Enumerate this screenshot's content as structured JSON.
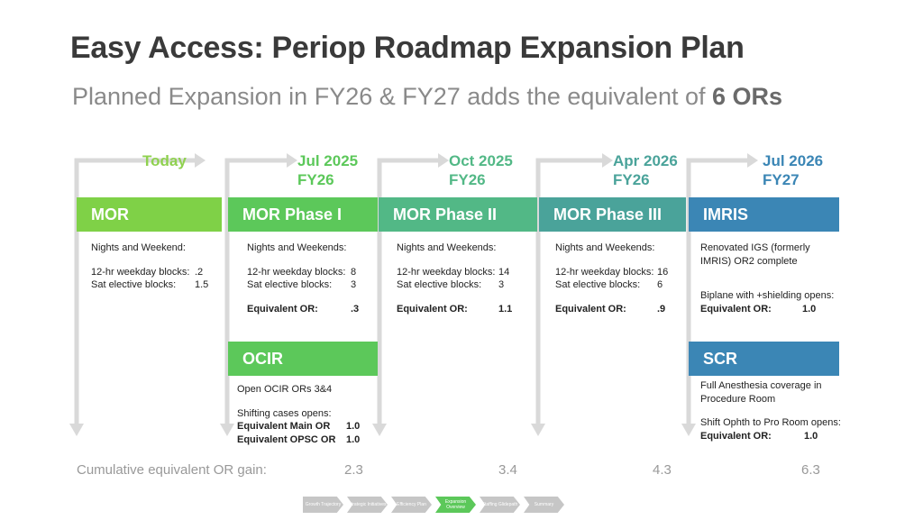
{
  "title": "Easy Access: Periop Roadmap Expansion Plan",
  "subtitle_prefix": "Planned Expansion in FY26 & FY27 adds the equivalent of ",
  "subtitle_emph": "6 ORs",
  "colors": {
    "green1": "#8fd14f",
    "green2": "#5cc85a",
    "teal1": "#52b886",
    "teal2": "#4aa39a",
    "blue": "#3b86b5",
    "arrow": "#d9d9d9"
  },
  "columns": [
    {
      "date1": "Today",
      "date2": "",
      "header": "MOR",
      "color": "#7fd147",
      "dateColor": "#8fd14f",
      "rows": [
        {
          "k": "Nights and Weekend:",
          "v": ""
        },
        {
          "gap": true
        },
        {
          "k": "12-hr weekday blocks:",
          "v": ".2"
        },
        {
          "k": "Sat elective blocks:",
          "v": "1.5"
        }
      ]
    },
    {
      "date1": "Jul 2025",
      "date2": "FY26",
      "header": "MOR Phase I",
      "color": "#5cc85a",
      "dateColor": "#5cc85a",
      "rows": [
        {
          "k": "Nights and Weekends:",
          "v": ""
        },
        {
          "gap": true
        },
        {
          "k": "12-hr weekday blocks:",
          "v": "8"
        },
        {
          "k": "Sat elective blocks:",
          "v": "3"
        },
        {
          "gap": true
        },
        {
          "k": "Equivalent OR:",
          "v": ".3",
          "bold": true
        }
      ]
    },
    {
      "date1": "Oct 2025",
      "date2": "FY26",
      "header": "MOR Phase II",
      "color": "#52b886",
      "dateColor": "#52b886",
      "rows": [
        {
          "k": "Nights and Weekends:",
          "v": ""
        },
        {
          "gap": true
        },
        {
          "k": "12-hr weekday blocks:",
          "v": "14"
        },
        {
          "k": "Sat elective blocks:",
          "v": "3"
        },
        {
          "gap": true
        },
        {
          "k": "Equivalent OR:",
          "v": "1.1",
          "bold": true
        }
      ]
    },
    {
      "date1": "Apr 2026",
      "date2": "FY26",
      "header": "MOR Phase III",
      "color": "#4aa39a",
      "dateColor": "#4aa39a",
      "rows": [
        {
          "k": "Nights and Weekends:",
          "v": ""
        },
        {
          "gap": true
        },
        {
          "k": "12-hr weekday blocks:",
          "v": "16"
        },
        {
          "k": "Sat elective blocks:",
          "v": "6"
        },
        {
          "gap": true
        },
        {
          "k": "Equivalent OR:",
          "v": ".9",
          "bold": true
        }
      ]
    },
    {
      "date1": "Jul 2026",
      "date2": "FY27",
      "header": "IMRIS",
      "color": "#3b86b5",
      "dateColor": "#3b86b5",
      "rows": [
        {
          "k": "Renovated IGS (formerly",
          "v": ""
        },
        {
          "k": "IMRIS) OR2 complete",
          "v": ""
        },
        {
          "gap": true
        },
        {
          "gap": true
        },
        {
          "k": "Biplane with +shielding opens:",
          "v": ""
        },
        {
          "k": "Equivalent OR:",
          "v": "1.0",
          "bold": true
        }
      ]
    }
  ],
  "ocir": {
    "header": "OCIR",
    "rows": [
      {
        "k": "Open OCIR ORs 3&4",
        "v": ""
      },
      {
        "gap": true
      },
      {
        "k": "Shifting cases opens:",
        "v": ""
      },
      {
        "k": "Equivalent Main OR",
        "v": "1.0",
        "bold": true
      },
      {
        "k": "Equivalent OPSC OR",
        "v": "1.0",
        "bold": true
      }
    ]
  },
  "scr": {
    "header": "SCR",
    "rows": [
      {
        "k": "Full Anesthesia coverage in",
        "v": ""
      },
      {
        "k": "Procedure Room",
        "v": ""
      },
      {
        "gap": true
      },
      {
        "k": "Shift Ophth to Pro Room opens:",
        "v": ""
      },
      {
        "k": "Equivalent OR:",
        "v": "1.0",
        "bold": true
      }
    ]
  },
  "cumulative": {
    "label": "Cumulative equivalent OR gain:",
    "values": [
      "2.3",
      "3.4",
      "4.3",
      "6.3"
    ]
  },
  "nav": [
    {
      "label": "Growth Trajectory",
      "active": false
    },
    {
      "label": "Strategic Initiatives",
      "active": false
    },
    {
      "label": "Efficiency Plan",
      "active": false
    },
    {
      "label": "Expansion Overview",
      "active": true
    },
    {
      "label": "Staffing Glidepath",
      "active": false
    },
    {
      "label": "Summary",
      "active": false
    }
  ]
}
